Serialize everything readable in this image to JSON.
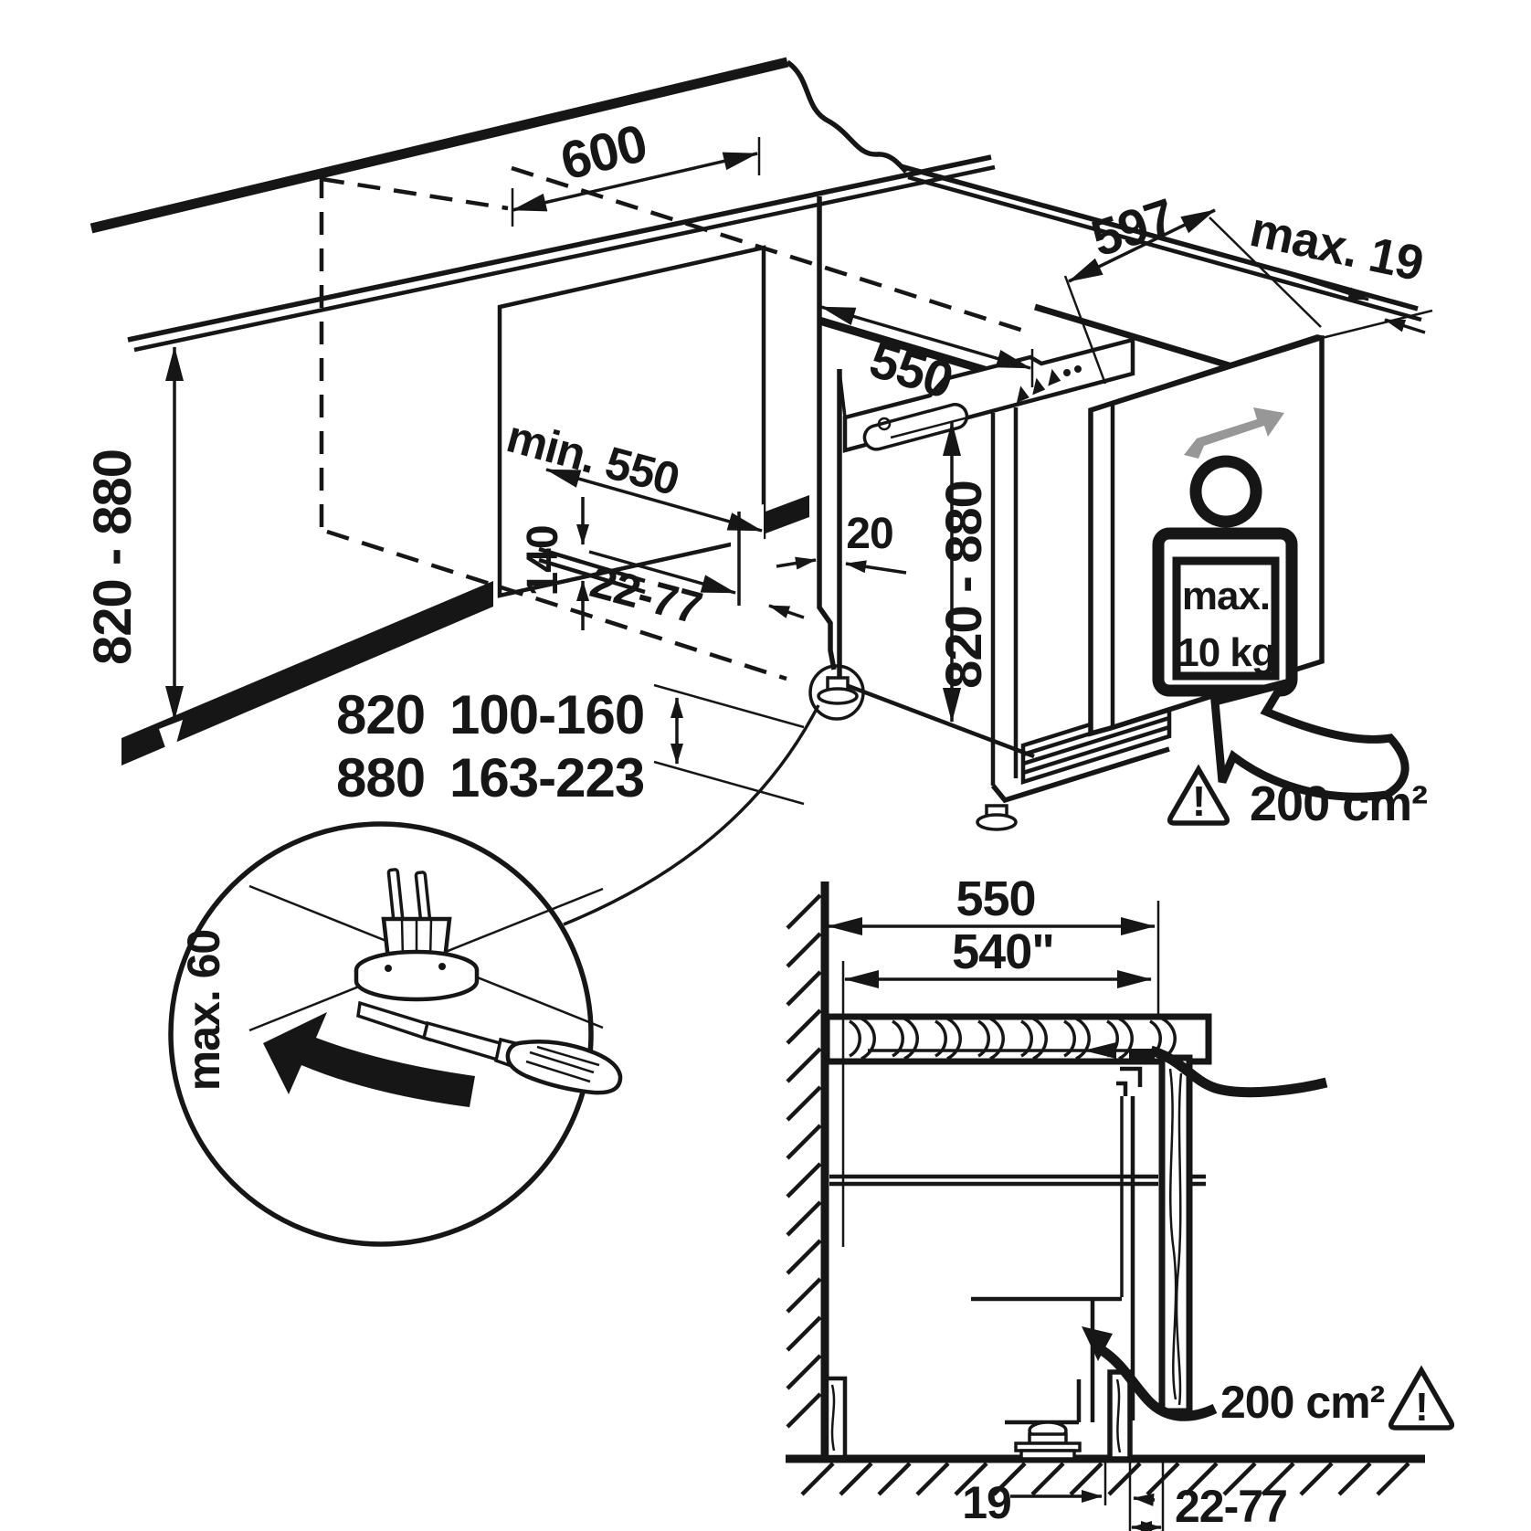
{
  "colors": {
    "line": "#161616",
    "niche_panel": "#c6c6c6",
    "door_panel": "#d3d3d3",
    "handle": "#979797",
    "grille": "#d9d9d9",
    "black": "#000000"
  },
  "isometric": {
    "niche": {
      "width": "600",
      "min_depth": "min. 550",
      "rear_step_height": "140",
      "height_range": "820 - 880",
      "plinth_offset": "22-77"
    },
    "height_table": {
      "rows": [
        {
          "niche_height": "820",
          "plinth_range": "100-160"
        },
        {
          "niche_height": "880",
          "plinth_range": "163-223"
        }
      ]
    },
    "appliance": {
      "depth": "550",
      "width": "597",
      "worktop_overhang": "max. 19",
      "side_clearance": "20",
      "height_range": "820 - 880"
    },
    "door": {
      "weight_limit_line1": "max.",
      "weight_limit_line2": "10 kg"
    },
    "ventilation": {
      "area": "200 cm²"
    },
    "warning_mark": "!"
  },
  "foot_detail": {
    "max_adjustment": "max. 60"
  },
  "cross_section": {
    "niche_depth": "550",
    "recess_depth": "540\"",
    "plinth_thickness": "19",
    "plinth_recess_range": "22-77",
    "ventilation_area": "200 cm²"
  }
}
